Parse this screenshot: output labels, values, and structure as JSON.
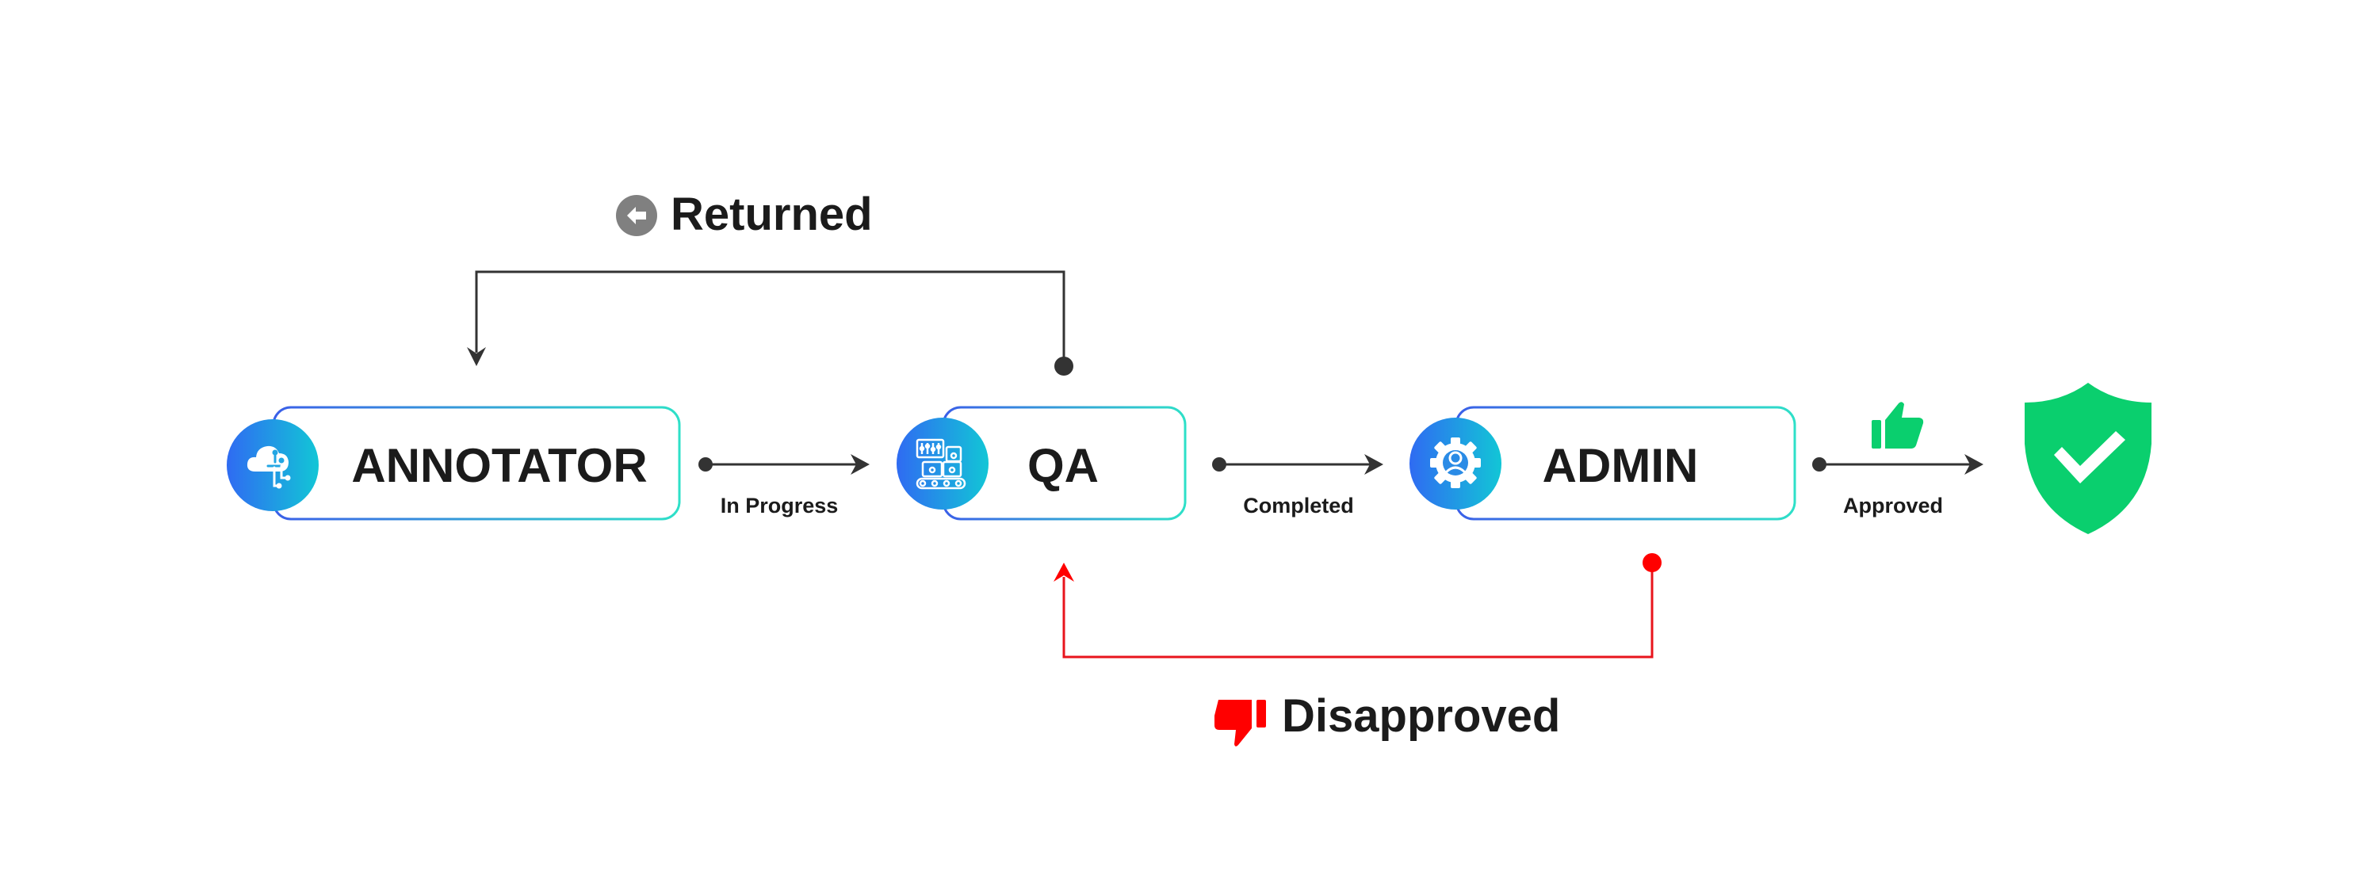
{
  "diagram": {
    "nodes": [
      {
        "id": "annotator",
        "label": "ANNOTATOR",
        "icon": "cloud-network-icon"
      },
      {
        "id": "qa",
        "label": "QA",
        "icon": "conveyor-inspection-icon"
      },
      {
        "id": "admin",
        "label": "ADMIN",
        "icon": "gear-user-icon"
      }
    ],
    "edges": [
      {
        "from": "annotator",
        "to": "qa",
        "label": "In Progress"
      },
      {
        "from": "qa",
        "to": "admin",
        "label": "Completed"
      },
      {
        "from": "admin",
        "to": "approved",
        "label": "Approved",
        "icon": "thumbs-up-icon"
      }
    ],
    "loops": {
      "returned": {
        "from": "qa",
        "to": "annotator",
        "label": "Returned",
        "icon": "arrow-left-circle-icon"
      },
      "disapproved": {
        "from": "admin",
        "to": "qa",
        "label": "Disapproved",
        "icon": "thumbs-down-icon"
      }
    },
    "final": {
      "icon": "shield-check-icon",
      "state": "approved"
    }
  },
  "colors": {
    "gradient_start": "#2F6BF2",
    "gradient_end": "#14D4C8",
    "border_start": "#3A5FE8",
    "border_end": "#2EE0C8",
    "arrow": "#333333",
    "returned_icon": "#808080",
    "disapproved": "#FF0000",
    "approved": "#0ACF6E",
    "text": "#1B1B1B"
  }
}
